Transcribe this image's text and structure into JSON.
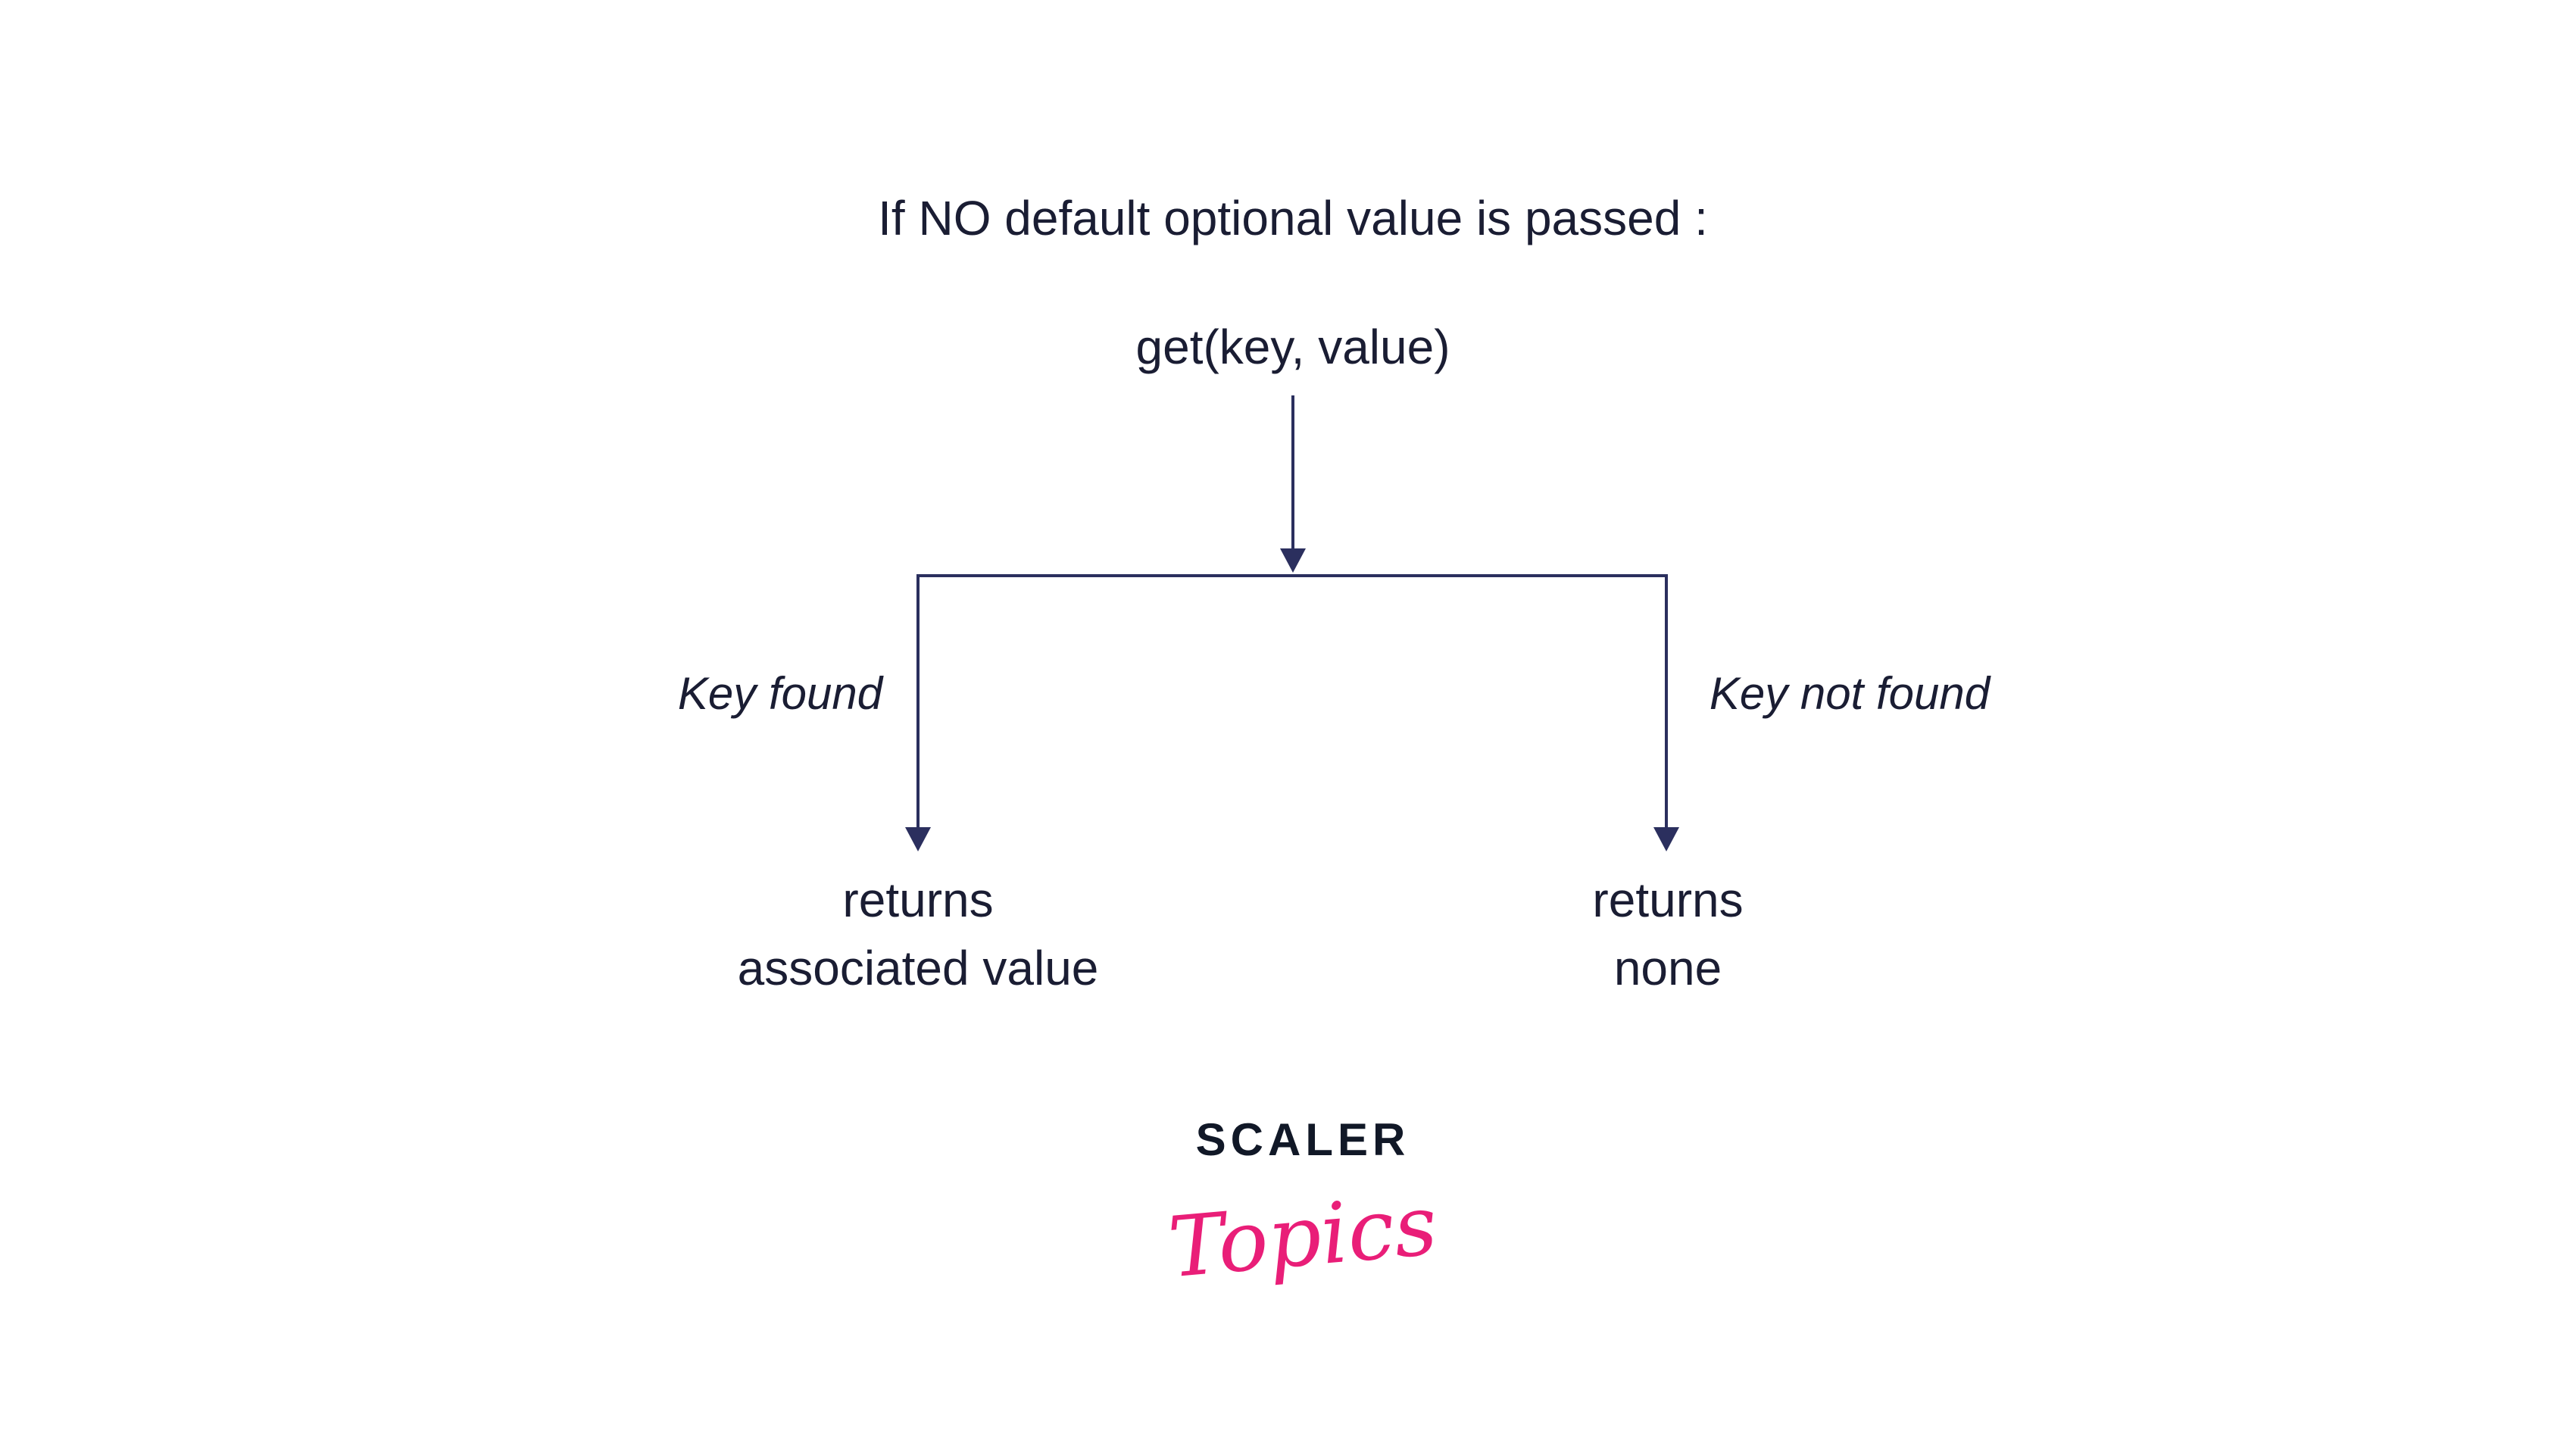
{
  "title": "If NO default optional value is passed :",
  "function_call": "get(key, value)",
  "branches": [
    {
      "condition": "Key found",
      "result_line1": "returns",
      "result_line2": "associated value"
    },
    {
      "condition": "Key not found",
      "result_line1": "returns",
      "result_line2": "none"
    }
  ],
  "logo": {
    "line1": "SCALER",
    "line2": "Topics"
  },
  "colors": {
    "line": "#2b2f5e",
    "text": "#1a1d33",
    "brand_pink": "#e91e78",
    "brand_dark": "#111827"
  }
}
